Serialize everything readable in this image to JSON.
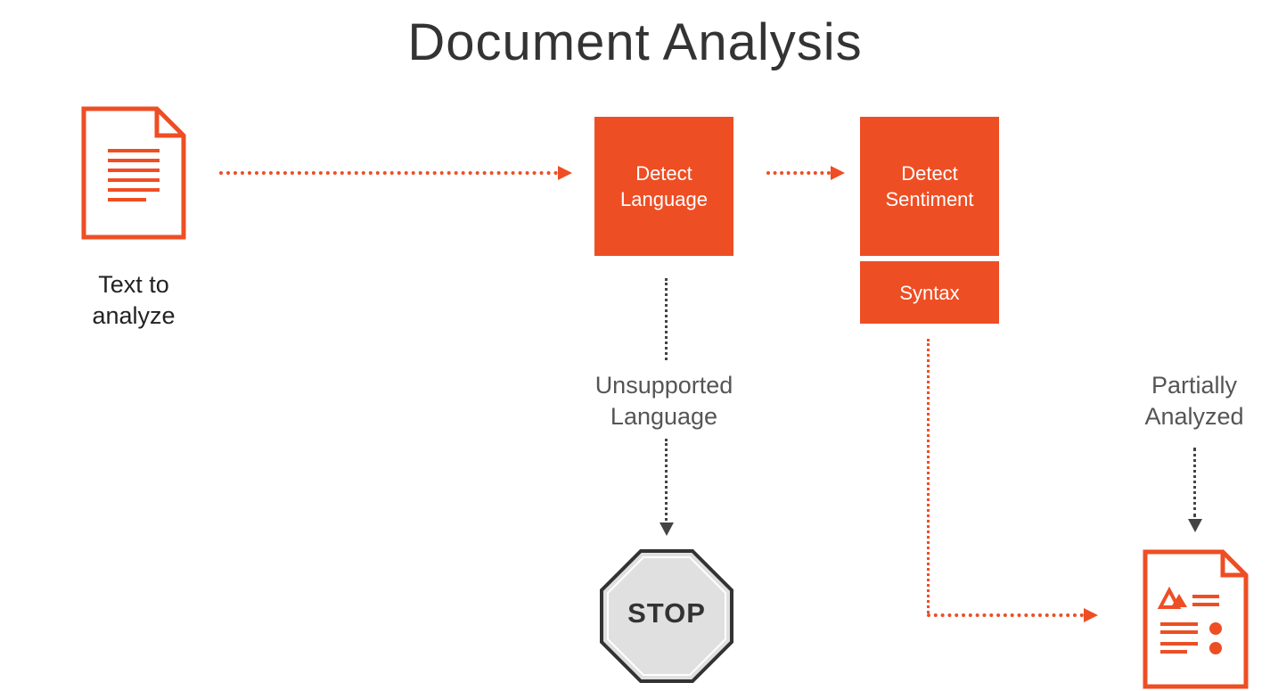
{
  "title": "Document Analysis",
  "nodes": {
    "input_label_line1": "Text to",
    "input_label_line2": "analyze",
    "detect_language_line1": "Detect",
    "detect_language_line2": "Language",
    "detect_sentiment_line1": "Detect",
    "detect_sentiment_line2": "Sentiment",
    "syntax": "Syntax",
    "unsupported_line1": "Unsupported",
    "unsupported_line2": "Language",
    "partial_line1": "Partially",
    "partial_line2": "Analyzed",
    "stop": "STOP"
  },
  "icons": {
    "input": "document-icon",
    "output": "analyzed-document-icon",
    "stop": "stop-sign-icon"
  },
  "colors": {
    "accent": "#ee4e24",
    "text": "#333333",
    "muted": "#555555",
    "stop_fill": "#e0e0e0",
    "stop_border": "#333333"
  }
}
